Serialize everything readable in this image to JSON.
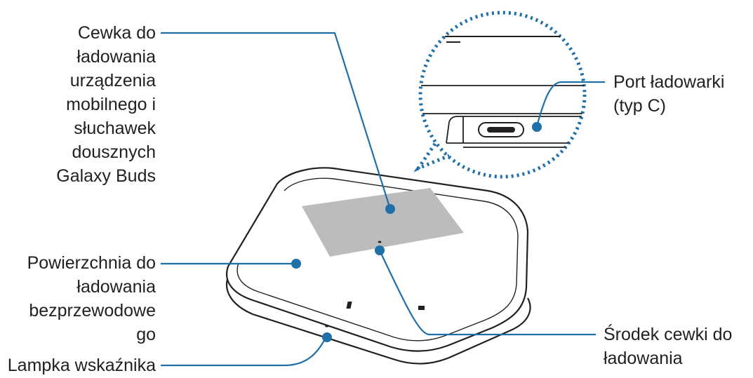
{
  "labels": {
    "coil": [
      "Cewka do",
      "ładowania",
      "urządzenia",
      "mobilnego i",
      "słuchawek",
      "dousznych",
      "Galaxy Buds"
    ],
    "surface": [
      "Powierzchnia do",
      "ładowania",
      "bezprzewodowe",
      "go"
    ],
    "indicator": [
      "Lampka wskaźnika"
    ],
    "port": [
      "Port ładowarki",
      "(typ C)"
    ],
    "coil_center": [
      "Środek cewki do",
      "ładowania"
    ]
  },
  "colors": {
    "leader": "#1f6fa8",
    "outline": "#231f20",
    "coil_area": "#bcbcbc",
    "text": "#231f20"
  }
}
